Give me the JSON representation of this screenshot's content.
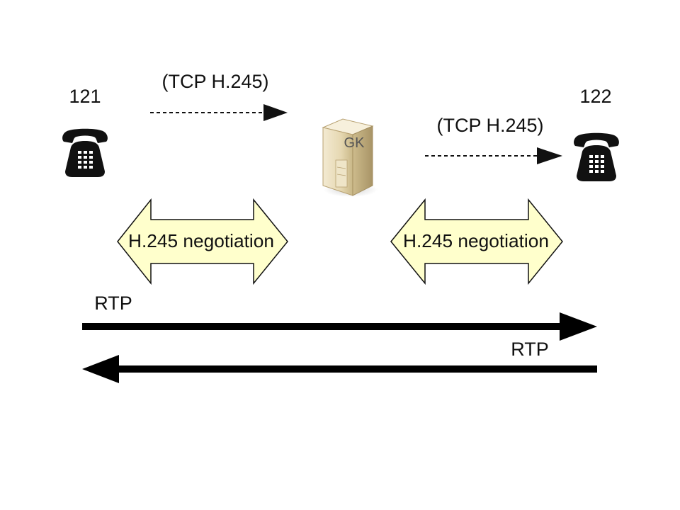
{
  "endpoints": {
    "left": {
      "number": "121",
      "icon": "telephone-icon"
    },
    "right": {
      "number": "122",
      "icon": "telephone-icon"
    }
  },
  "gatekeeper": {
    "label": "GK",
    "icon": "server-icon"
  },
  "signaling": {
    "left_label": "(TCP H.245)",
    "right_label": "(TCP H.245)"
  },
  "negotiation": {
    "left_label": "H.245 negotiation",
    "right_label": "H.245 negotiation",
    "fill_color": "#ffffcc"
  },
  "media": {
    "forward_label": "RTP",
    "backward_label": "RTP"
  }
}
